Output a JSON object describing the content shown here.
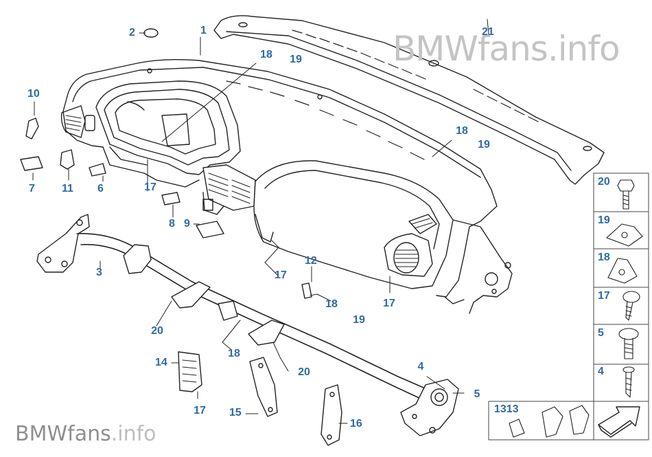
{
  "watermarks": {
    "top": "BMWfans.info",
    "bottom_main": "BMWfans",
    "bottom_suffix": ".info"
  },
  "callouts": {
    "c1": "1",
    "c2": "2",
    "c3": "3",
    "c4": "4",
    "c5": "5",
    "c6": "6",
    "c7": "7",
    "c8": "8",
    "c9": "9",
    "c10": "10",
    "c11": "11",
    "c12": "12",
    "c14": "14",
    "c15": "15",
    "c16": "16",
    "c21": "21",
    "c17a": "17",
    "c17b": "17",
    "c17c": "17",
    "c17d": "17",
    "c18a": "18",
    "c18b": "18",
    "c18c": "18",
    "c18d": "18",
    "c19a": "19",
    "c19b": "19",
    "c19c": "19",
    "c20a": "20",
    "c20b": "20"
  },
  "side_panel": {
    "items": [
      "20",
      "19",
      "18",
      "17",
      "5",
      "4"
    ],
    "bottom_label": "1313"
  },
  "colors": {
    "label_blue": "#2e6aa8",
    "line": "#222222",
    "watermark": "#c4c4c4"
  }
}
